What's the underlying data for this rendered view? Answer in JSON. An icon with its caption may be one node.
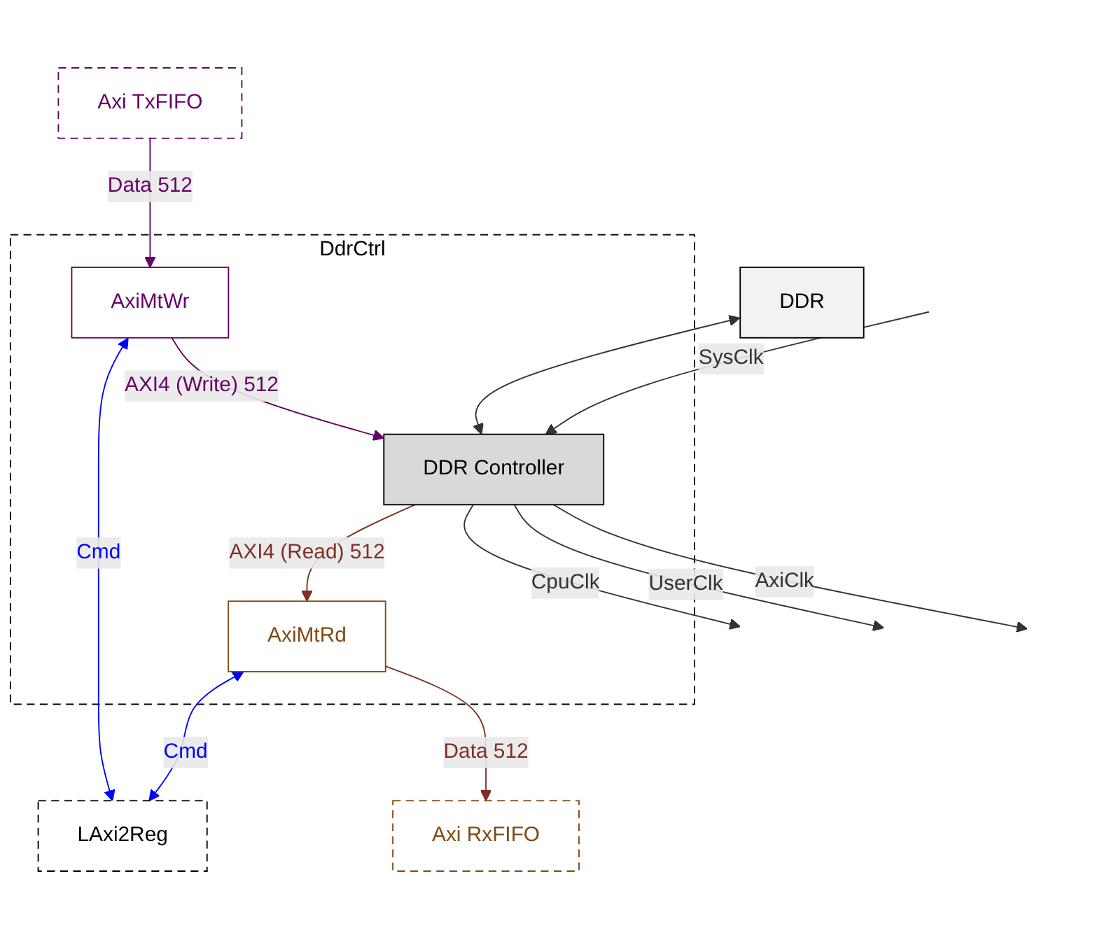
{
  "diagram": {
    "nodes": [
      {
        "text": [
          "DDR"
        ]
      },
      {
        "text": [
          "DdrCtrl"
        ]
      },
      {
        "text": [
          "DDR Controller"
        ],
        "in": 1
      },
      {
        "text": [
          "AxiMtWr"
        ],
        "in": 1
      },
      {
        "text": [
          "AxiMtRd"
        ],
        "in": 1
      },
      {
        "text": [
          "Axi TxFIFO"
        ]
      },
      {
        "text": [
          "Axi RxFIFO"
        ]
      },
      {
        "text": [
          "LAxi2Reg"
        ]
      }
    ],
    "edges": [
      {
        "from": 0,
        "to": 2,
        "arrow": "both"
      },
      {
        "from": null,
        "to": 2,
        "arrow": "to",
        "label": "SysClk"
      },
      {
        "from": 2,
        "to": null,
        "arrow": "to",
        "label": "AxiClk"
      },
      {
        "from": 2,
        "to": null,
        "arrow": "to",
        "label": "UserClk"
      },
      {
        "from": 2,
        "to": null,
        "arrow": "to",
        "label": "CpuClk"
      },
      {
        "from": 3,
        "to": 2,
        "arrow": "to",
        "label": "AXI4 (Write) 512",
        "color": "#660066"
      },
      {
        "from": 2,
        "to": 4,
        "arrow": "to",
        "label": "AXI4 (Read) 512",
        "color": "#7f3026"
      },
      {
        "from": 5,
        "to": 3,
        "arrow": "to",
        "label": "Data 512",
        "color": "#660066"
      },
      {
        "from": 4,
        "to": 6,
        "arrow": "to",
        "label": "Data 512",
        "color": "#7f3026"
      },
      {
        "from": 3,
        "to": 7,
        "arrow": "both",
        "label": "Cmd",
        "color": "#0000ff"
      },
      {
        "from": 4,
        "to": 7,
        "arrow": "both",
        "label": "Cmd",
        "color": "#0000ff"
      }
    ]
  }
}
